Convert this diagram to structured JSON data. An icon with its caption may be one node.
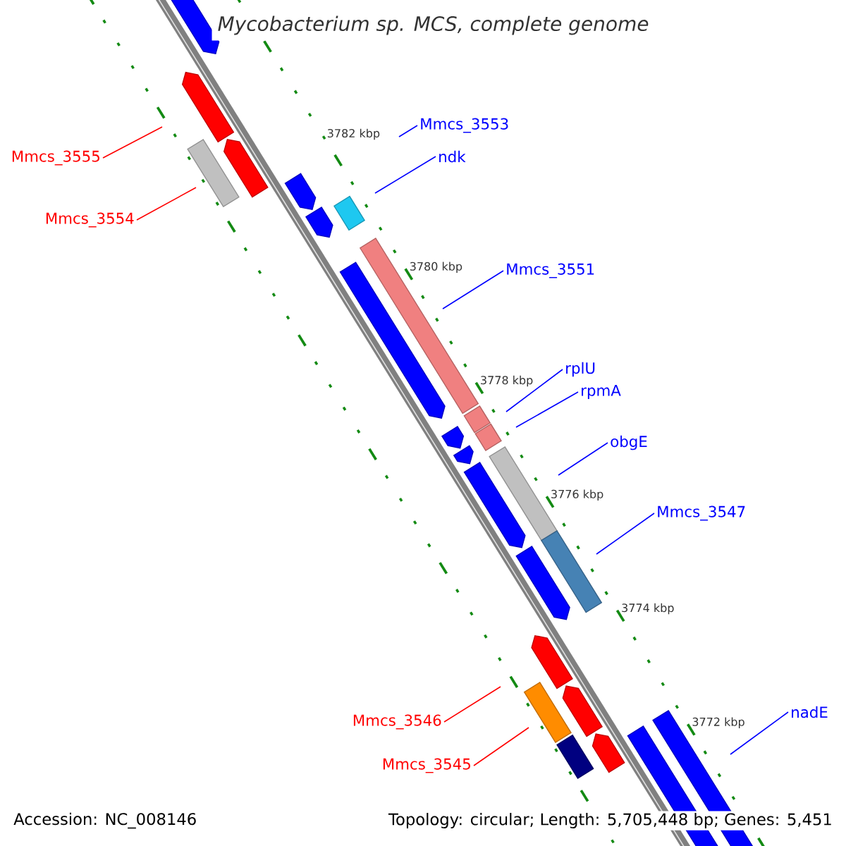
{
  "diagram": {
    "title": "Mycobacterium sp. MCS, complete genome",
    "nodes": [
      {
        "text": [
          "Mmcs_3555"
        ]
      },
      {
        "text": [
          "Mmcs_3554"
        ]
      },
      {
        "text": [
          "Mmcs_3553"
        ]
      },
      {
        "text": [
          "ndk"
        ]
      },
      {
        "text": [
          "Mmcs_3551"
        ]
      },
      {
        "text": [
          "rplU"
        ]
      },
      {
        "text": [
          "rpmA"
        ]
      },
      {
        "text": [
          "obgE"
        ]
      },
      {
        "text": [
          "Mmcs_3547"
        ]
      },
      {
        "text": [
          "Mmcs_3546"
        ]
      },
      {
        "text": [
          "Mmcs_3545"
        ]
      },
      {
        "text": [
          "nadE"
        ]
      }
    ],
    "edges": [
      {
        "from": 0,
        "to": null,
        "arrow": "none",
        "color": "#ff0000"
      },
      {
        "from": 1,
        "to": null,
        "arrow": "none",
        "color": "#ff0000"
      },
      {
        "from": 2,
        "to": null,
        "arrow": "none"
      },
      {
        "from": 3,
        "to": null,
        "arrow": "none"
      },
      {
        "from": 4,
        "to": null,
        "arrow": "none"
      },
      {
        "from": 5,
        "to": null,
        "arrow": "none"
      },
      {
        "from": 6,
        "to": null,
        "arrow": "none"
      },
      {
        "from": 7,
        "to": null,
        "arrow": "none"
      },
      {
        "from": 8,
        "to": null,
        "arrow": "none"
      },
      {
        "from": 9,
        "to": null,
        "arrow": "none",
        "color": "#ff0000"
      },
      {
        "from": 10,
        "to": null,
        "arrow": "none",
        "color": "#ff0000"
      },
      {
        "from": 11,
        "to": null,
        "arrow": "none"
      }
    ],
    "labels": [
      "3782 kbp",
      "3780 kbp",
      "3778 kbp",
      "3776 kbp",
      "3774 kbp",
      "3772 kbp",
      "Accession: NC_008146",
      "Topology: circular; Length: 5,705,448 bp; Genes: 5,451"
    ]
  }
}
